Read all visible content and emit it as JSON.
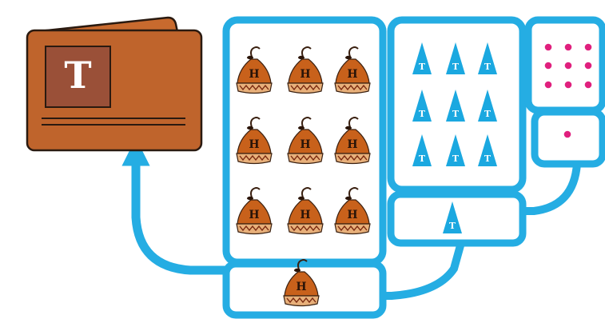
{
  "card": {
    "letter": "T"
  },
  "bag_letter": "H",
  "cone_letter": "T",
  "colors": {
    "frame_blue": "#25ade3",
    "card_brown": "#bf642c",
    "card_tab": "#9a5038",
    "bag_brown": "#c8611b",
    "cone_blue": "#1ba8e0",
    "dot_pink": "#e0207e"
  },
  "groups": {
    "hundreds_big": {
      "count": 9
    },
    "hundreds_small": {
      "count": 1
    },
    "tens_big": {
      "count": 9
    },
    "tens_small": {
      "count": 1
    },
    "ones_big": {
      "count": 9
    },
    "ones_small": {
      "count": 1
    }
  }
}
